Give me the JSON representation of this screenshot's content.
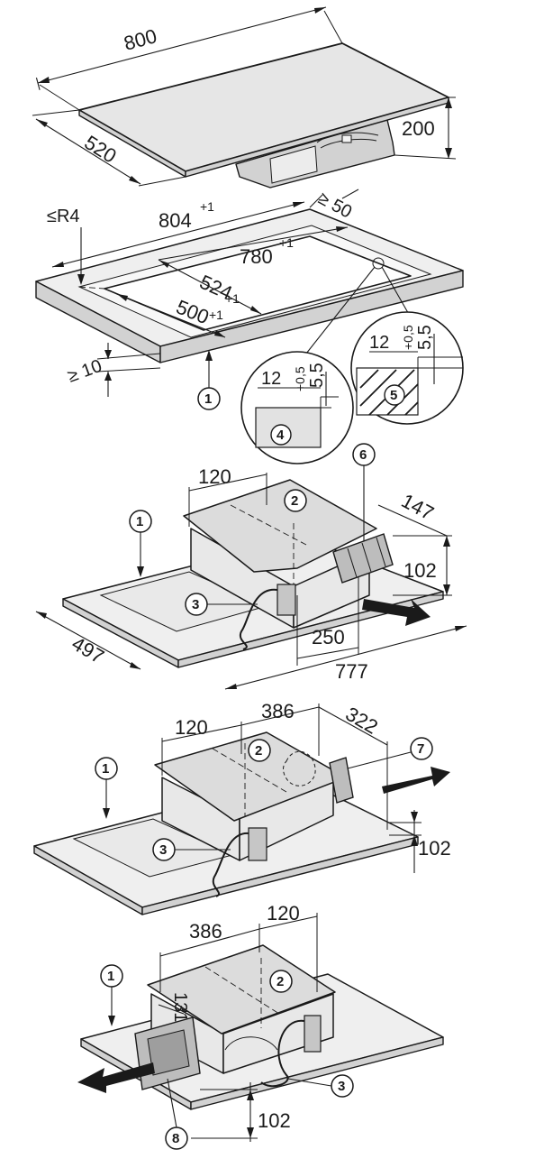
{
  "dimensions": {
    "hob_width": "800",
    "hob_depth": "520",
    "hob_height": "200",
    "cutout_outer_width": "804",
    "cutout_outer_width_tol": "+1",
    "cutout_inner_width": "780",
    "cutout_inner_width_tol": "+1",
    "cutout_outer_depth": "524",
    "cutout_outer_depth_tol": "+1",
    "cutout_inner_depth": "500",
    "cutout_inner_depth_tol": "+1",
    "corner_radius": "≤R4",
    "min_rear_clearance": "≥ 50",
    "min_worktop_thickness": "≥ 10",
    "rebate_width": "12",
    "rebate_depth": "5,5",
    "rebate_depth_tol": "+0,5",
    "fan_offset_a": "120",
    "duct_depth_a": "147",
    "duct_height_a": "102",
    "duct_offset_a": "250",
    "base_depth_a": "497",
    "base_width_a": "777",
    "fan_offset_b": "120",
    "fan_width_b": "386",
    "fan_depth_b": "322",
    "duct_height_b": "102",
    "fan_width_c": "386",
    "fan_offset_c": "120",
    "duct_offset_c": "131",
    "duct_height_c": "102"
  },
  "callouts": {
    "worktop": "1",
    "fan_unit": "2",
    "cable": "3",
    "detail_flush": "4",
    "detail_rebate": "5",
    "duct_connector": "6",
    "exhaust_direction": "7",
    "duct_adapter": "8"
  }
}
